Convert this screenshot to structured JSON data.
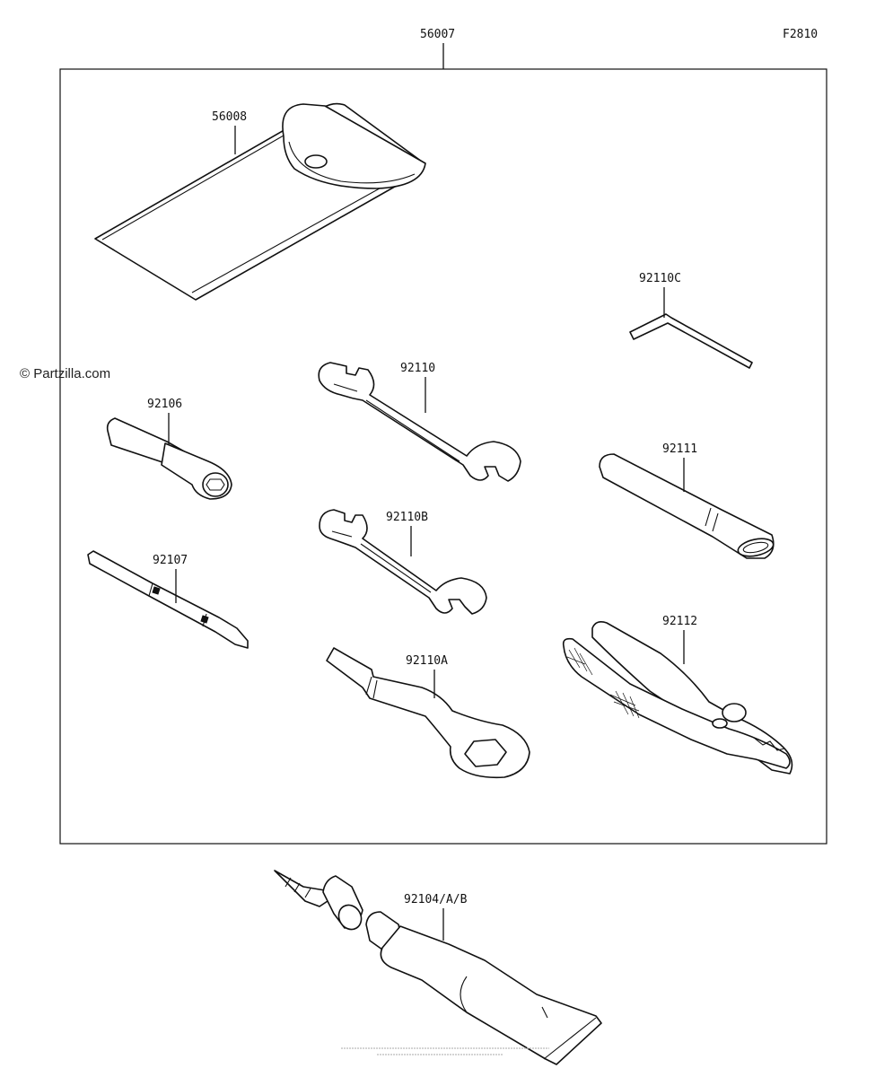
{
  "figure_code": "F2810",
  "watermark": "© Partzilla.com",
  "kit_label": "56007",
  "parts": {
    "pouch": "56008",
    "hex_key": "92110C",
    "socket": "92106",
    "wrench_a": "92110",
    "handle": "92111",
    "wrench_b": "92110B",
    "screwdriver": "92107",
    "box_wrench": "92110A",
    "pliers": "92112",
    "repair_kit": "92104/A/B"
  }
}
